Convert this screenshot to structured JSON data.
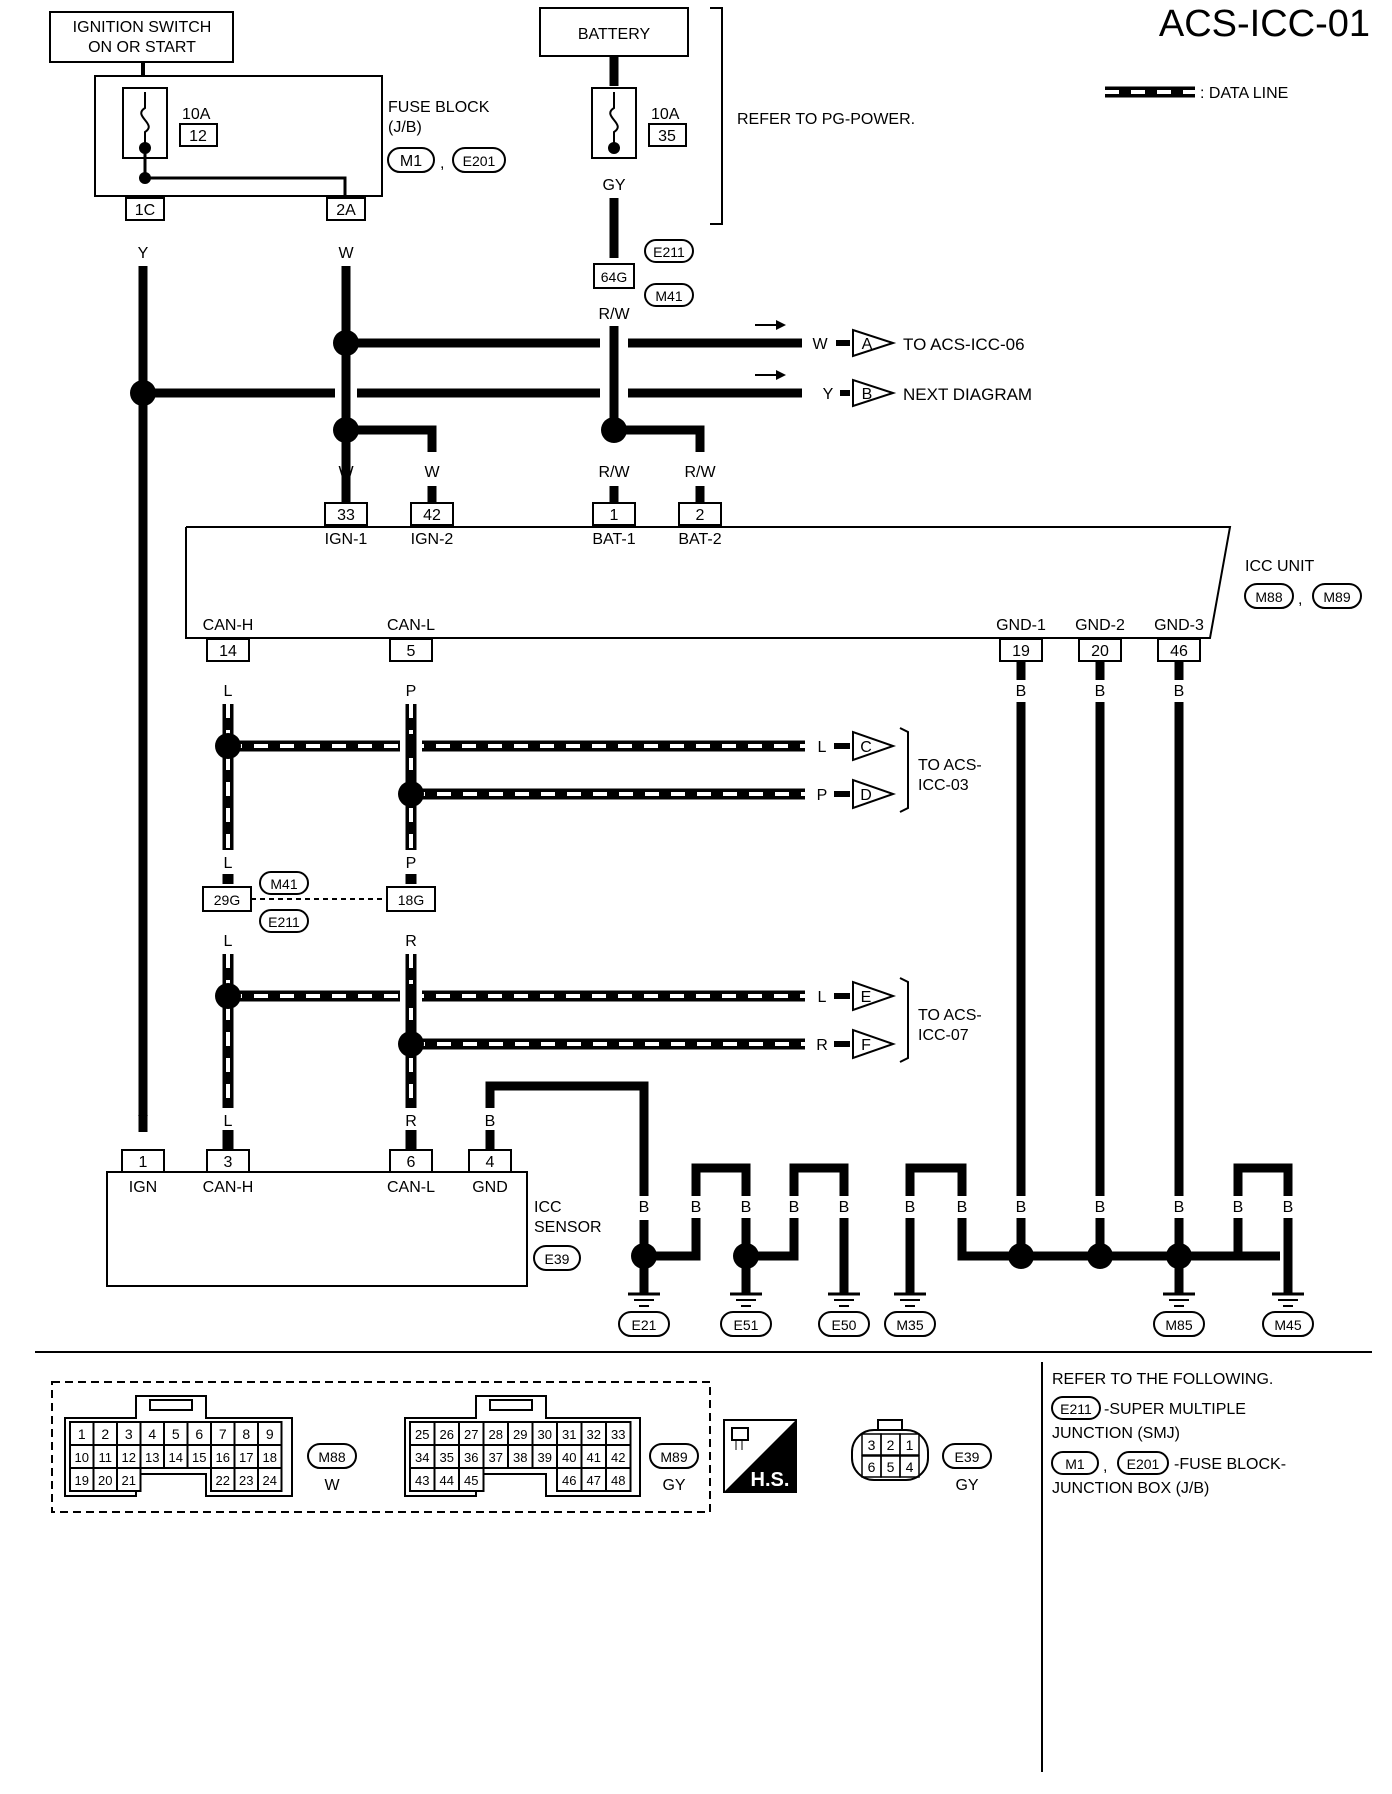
{
  "diagram_id": "ACS-ICC-01",
  "legend": {
    "data_line": ": DATA LINE"
  },
  "ignition": {
    "line1": "IGNITION SWITCH",
    "line2": "ON OR START"
  },
  "battery": {
    "label": "BATTERY",
    "fuse_rating": "10A",
    "fuse_no": "35",
    "wire": "GY",
    "note": "REFER TO PG-POWER."
  },
  "fuse_block": {
    "line1": "FUSE BLOCK",
    "line2": "(J/B)",
    "conn1": "M1",
    "conn2": "E201",
    "fuse_rating": "10A",
    "fuse_no": "12",
    "term1": "1C",
    "term2": "2A"
  },
  "joint": {
    "terminal": "64G",
    "conn_top": "E211",
    "conn_bottom": "M41"
  },
  "wires": {
    "y": "Y",
    "w": "W",
    "rw": "R/W",
    "l": "L",
    "p": "P",
    "r": "R",
    "b": "B"
  },
  "sep": ",",
  "offpage": {
    "a": {
      "letter": "A",
      "text": "TO ACS-ICC-06"
    },
    "b": {
      "letter": "B",
      "text": "NEXT DIAGRAM"
    },
    "c": {
      "letter": "C"
    },
    "d": {
      "letter": "D"
    },
    "cd_text1": "TO ACS-",
    "cd_text2": "ICC-03",
    "e": {
      "letter": "E"
    },
    "f": {
      "letter": "F"
    },
    "ef_text1": "TO ACS-",
    "ef_text2": "ICC-07"
  },
  "icc_unit": {
    "line1": "ICC UNIT",
    "conn1": "M88",
    "conn2": "M89",
    "terminals": [
      {
        "no": "33",
        "name": "IGN-1"
      },
      {
        "no": "42",
        "name": "IGN-2"
      },
      {
        "no": "1",
        "name": "BAT-1"
      },
      {
        "no": "2",
        "name": "BAT-2"
      },
      {
        "no": "14",
        "name": "CAN-H"
      },
      {
        "no": "5",
        "name": "CAN-L"
      },
      {
        "no": "19",
        "name": "GND-1"
      },
      {
        "no": "20",
        "name": "GND-2"
      },
      {
        "no": "46",
        "name": "GND-3"
      }
    ]
  },
  "joint2": {
    "t1": "29G",
    "t2": "18G",
    "conn_top": "M41",
    "conn_bottom": "E211"
  },
  "icc_sensor": {
    "line1": "ICC",
    "line2": "SENSOR",
    "conn": "E39",
    "terminals": [
      {
        "no": "1",
        "name": "IGN"
      },
      {
        "no": "3",
        "name": "CAN-H"
      },
      {
        "no": "6",
        "name": "CAN-L"
      },
      {
        "no": "4",
        "name": "GND"
      }
    ]
  },
  "grounds": [
    "E21",
    "E51",
    "E50",
    "M35",
    "M85",
    "M45"
  ],
  "connectors": {
    "m88": {
      "id": "M88",
      "color": "W",
      "rows": [
        [
          "1",
          "2",
          "3",
          "4",
          "5",
          "6",
          "7",
          "8",
          "9"
        ],
        [
          "10",
          "11",
          "12",
          "13",
          "14",
          "15",
          "16",
          "17",
          "18"
        ],
        [
          "19",
          "20",
          "21",
          "22",
          "23",
          "24"
        ]
      ]
    },
    "m89": {
      "id": "M89",
      "color": "GY",
      "rows": [
        [
          "25",
          "26",
          "27",
          "28",
          "29",
          "30",
          "31",
          "32",
          "33"
        ],
        [
          "34",
          "35",
          "36",
          "37",
          "38",
          "39",
          "40",
          "41",
          "42"
        ],
        [
          "43",
          "44",
          "45",
          "46",
          "47",
          "48"
        ]
      ]
    },
    "hs": "H.S.",
    "e39": {
      "id": "E39",
      "color": "GY",
      "rows": [
        [
          "3",
          "2",
          "1"
        ],
        [
          "6",
          "5",
          "4"
        ]
      ]
    }
  },
  "refer": {
    "heading": "REFER TO THE FOLLOWING.",
    "r1_conn": "E211",
    "r1_text1": "-SUPER MULTIPLE",
    "r1_text2": "JUNCTION (SMJ)",
    "r2_conn1": "M1",
    "r2_conn2": "E201",
    "r2_text1": "-FUSE BLOCK-",
    "r2_text2": "JUNCTION BOX (J/B)"
  }
}
